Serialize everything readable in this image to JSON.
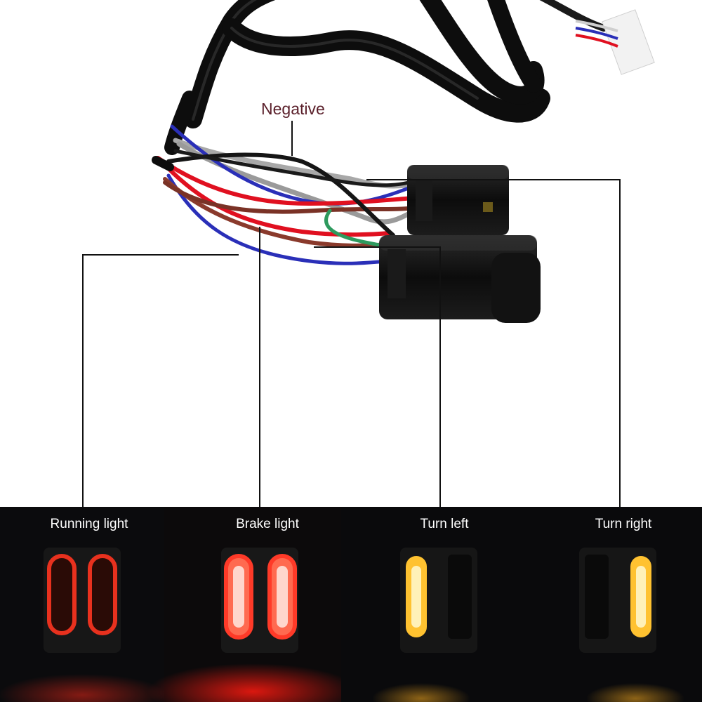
{
  "wiring": {
    "negative_label": "Negative"
  },
  "panels": [
    {
      "label": "Running light",
      "state": "both-red-dim",
      "color": "#e8311e"
    },
    {
      "label": "Brake light",
      "state": "both-red-bright",
      "color": "#ff5a48"
    },
    {
      "label": "Turn left",
      "state": "left-amber",
      "color": "#ffb000"
    },
    {
      "label": "Turn right",
      "state": "right-amber",
      "color": "#ffb000"
    }
  ],
  "colors": {
    "background": "#ffffff",
    "panel_background": "#0b0b0d",
    "cable_black": "#111111",
    "wire_red": "#e01020",
    "wire_blue": "#2a2fb8",
    "wire_brown": "#8a3a2c",
    "wire_gray": "#a8a8a8",
    "wire_green": "#2e9a5e",
    "led_red": "#ff4a2a",
    "led_amber": "#ffc230"
  }
}
